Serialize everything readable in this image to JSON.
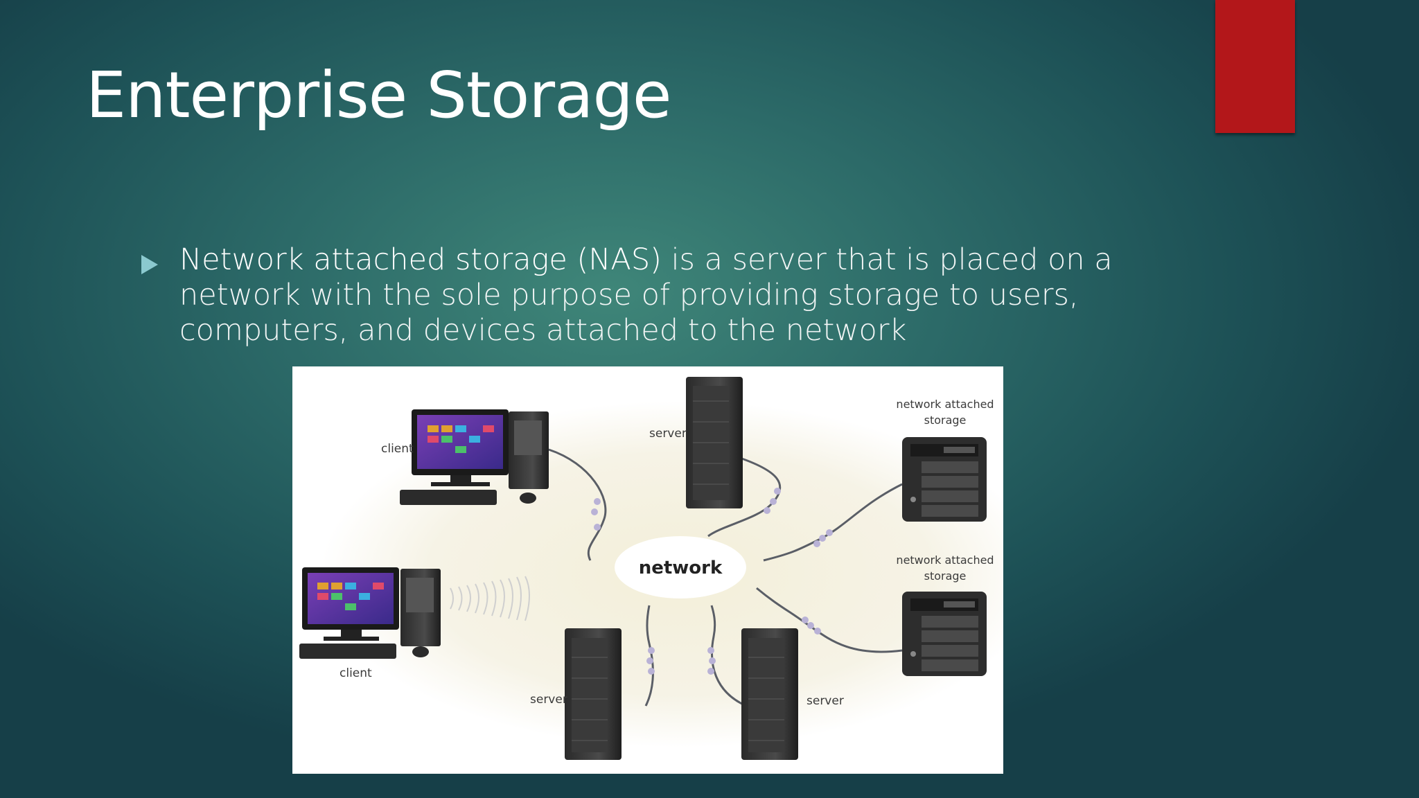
{
  "slide": {
    "title": "Enterprise Storage",
    "accent_color": "#b3171a",
    "bullet": {
      "term": "Network attached storage",
      "abbreviation": "(NAS)",
      "text": "is a server that is placed on a network with the sole purpose of providing storage to users, computers, and devices attached to the network"
    }
  },
  "diagram": {
    "center_label": "network",
    "labels": {
      "client_top": "client",
      "client_bottom": "client",
      "server_top": "server",
      "server_bottom_left": "server",
      "server_bottom_right": "server",
      "nas_top_line1": "network attached",
      "nas_top_line2": "storage",
      "nas_bottom_line1": "network attached",
      "nas_bottom_line2": "storage"
    }
  }
}
